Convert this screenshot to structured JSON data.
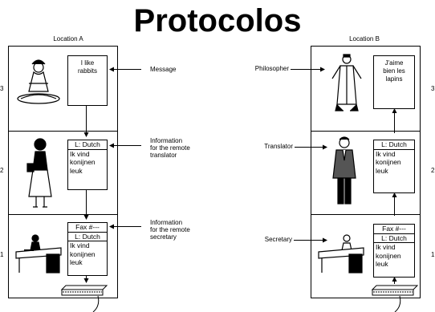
{
  "title": "Protocolos",
  "location_a": "Location A",
  "location_b": "Location B",
  "layers": [
    "3",
    "2",
    "1"
  ],
  "left": {
    "message": "I like\nrabbits",
    "translator_header": "L: Dutch",
    "translator_body": "Ik vind\nkonijnen\nleuk",
    "fax_header": "Fax #---",
    "fax_lang": "L: Dutch",
    "fax_body": "Ik vind\nkonijnen\nleuk"
  },
  "right": {
    "message": "J'aime\nbien les\nlapins",
    "translator_header": "L: Dutch",
    "translator_body": "Ik vind\nkonijnen\nleuk",
    "fax_header": "Fax #---",
    "fax_lang": "L: Dutch",
    "fax_body": "Ik vind\nkonijnen\nleuk"
  },
  "annotations": {
    "message": "Message",
    "translator_info": "Information\nfor the remote\ntranslator",
    "secretary_info": "Information\nfor the remote\nsecretary"
  },
  "roles": {
    "philosopher": "Philosopher",
    "translator": "Translator",
    "secretary": "Secretary"
  }
}
